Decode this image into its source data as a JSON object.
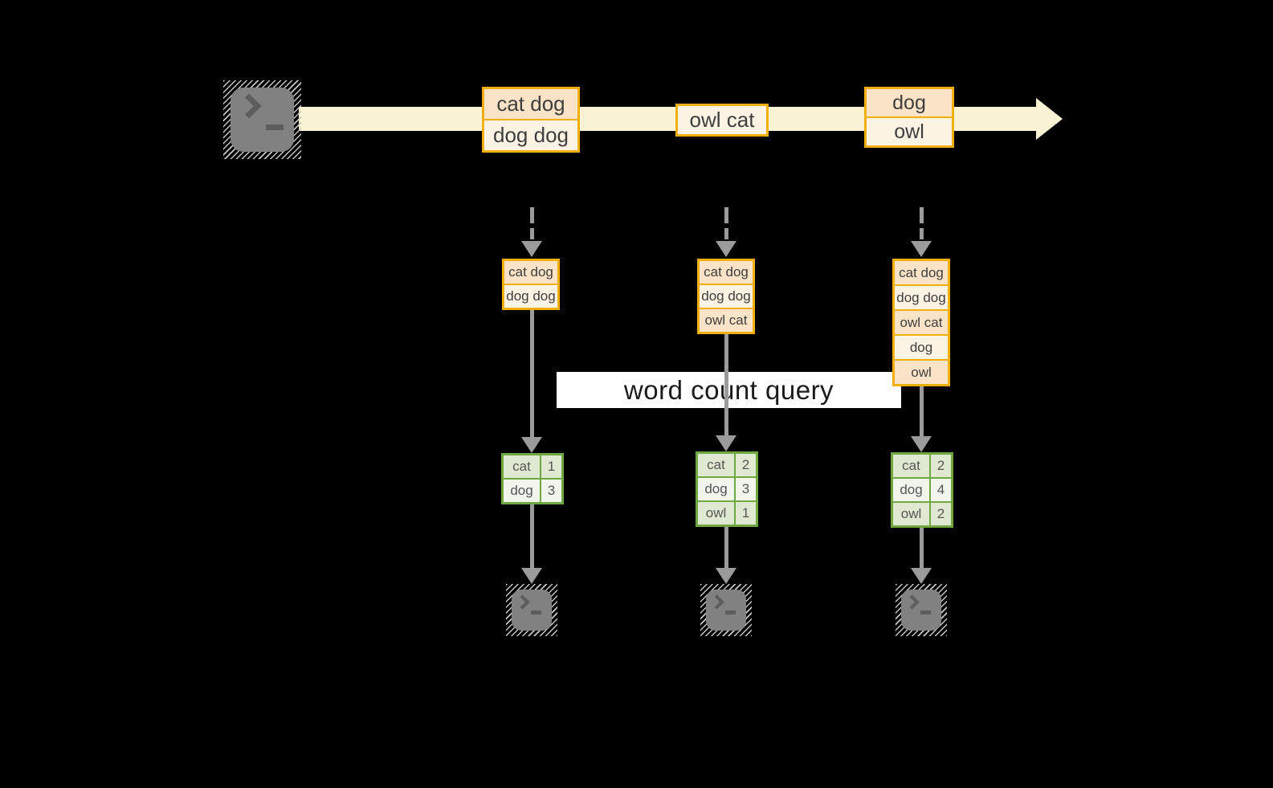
{
  "colors": {
    "gold": "#F0AF0A",
    "peach-dark": "#FAE3C6",
    "peach-light": "#FDF3E4",
    "band": "#FAF3D3",
    "green": "#6FA840",
    "green-dark": "#DFE9D2",
    "green-light": "#F2F5EC",
    "arrow-gray": "#9B9B9B",
    "terminal-fill": "#818181",
    "terminal-glyph": "#5D5D5D",
    "hatch": "#C6C6C6",
    "box-text": "#3E3E3E",
    "table-text": "#555555",
    "query-text": "#1B1B1B",
    "query-bg": "#FFFFFF",
    "background": "#000000"
  },
  "query": {
    "label": "word count query"
  },
  "stream": {
    "source_icon": "terminal-icon",
    "batches": [
      {
        "lines": [
          "cat dog",
          "dog dog"
        ]
      },
      {
        "lines": [
          "owl cat"
        ]
      },
      {
        "lines": [
          "dog",
          "owl"
        ]
      }
    ]
  },
  "columns": [
    {
      "state": [
        "cat dog",
        "dog dog"
      ],
      "counts": [
        {
          "word": "cat",
          "count": "1"
        },
        {
          "word": "dog",
          "count": "3"
        }
      ]
    },
    {
      "state": [
        "cat dog",
        "dog dog",
        "owl cat"
      ],
      "counts": [
        {
          "word": "cat",
          "count": "2"
        },
        {
          "word": "dog",
          "count": "3"
        },
        {
          "word": "owl",
          "count": "1"
        }
      ]
    },
    {
      "state": [
        "cat dog",
        "dog dog",
        "owl cat",
        "dog",
        "owl"
      ],
      "counts": [
        {
          "word": "cat",
          "count": "2"
        },
        {
          "word": "dog",
          "count": "4"
        },
        {
          "word": "owl",
          "count": "2"
        }
      ]
    }
  ]
}
